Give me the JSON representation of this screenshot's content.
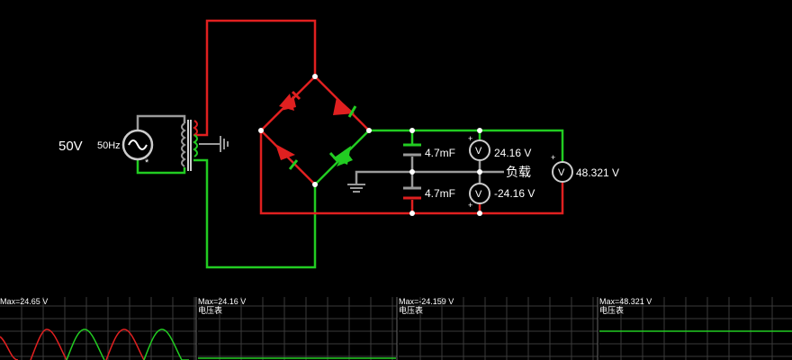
{
  "colors": {
    "background": "#000000",
    "wire_positive": "#e02020",
    "wire_negative": "#22cc22",
    "wire_neutral": "#9a9a9a",
    "scope_grid": "#444444",
    "trace_red": "#e02020",
    "trace_green": "#22cc22"
  },
  "source": {
    "voltage_label": "50V",
    "frequency_label": "50Hz",
    "dot_mark": "*"
  },
  "capacitors": {
    "top_label": "4.7mF",
    "bottom_label": "4.7mF"
  },
  "meters": {
    "top": {
      "value": "24.16 V",
      "symbol": "V",
      "plus": "+"
    },
    "bottom": {
      "value": "-24.16 V",
      "symbol": "V",
      "plus": "+"
    },
    "load": {
      "value": "48.321 V",
      "symbol": "V",
      "plus": "+",
      "label": "负载"
    }
  },
  "scopes": [
    {
      "max_label": "Max=24.65 V",
      "subtitle": ""
    },
    {
      "max_label": "Max=24.16 V",
      "subtitle": "电压表"
    },
    {
      "max_label": "Max=-24.159 V",
      "subtitle": "电压表"
    },
    {
      "max_label": "Max=48.321 V",
      "subtitle": "电压表"
    }
  ]
}
